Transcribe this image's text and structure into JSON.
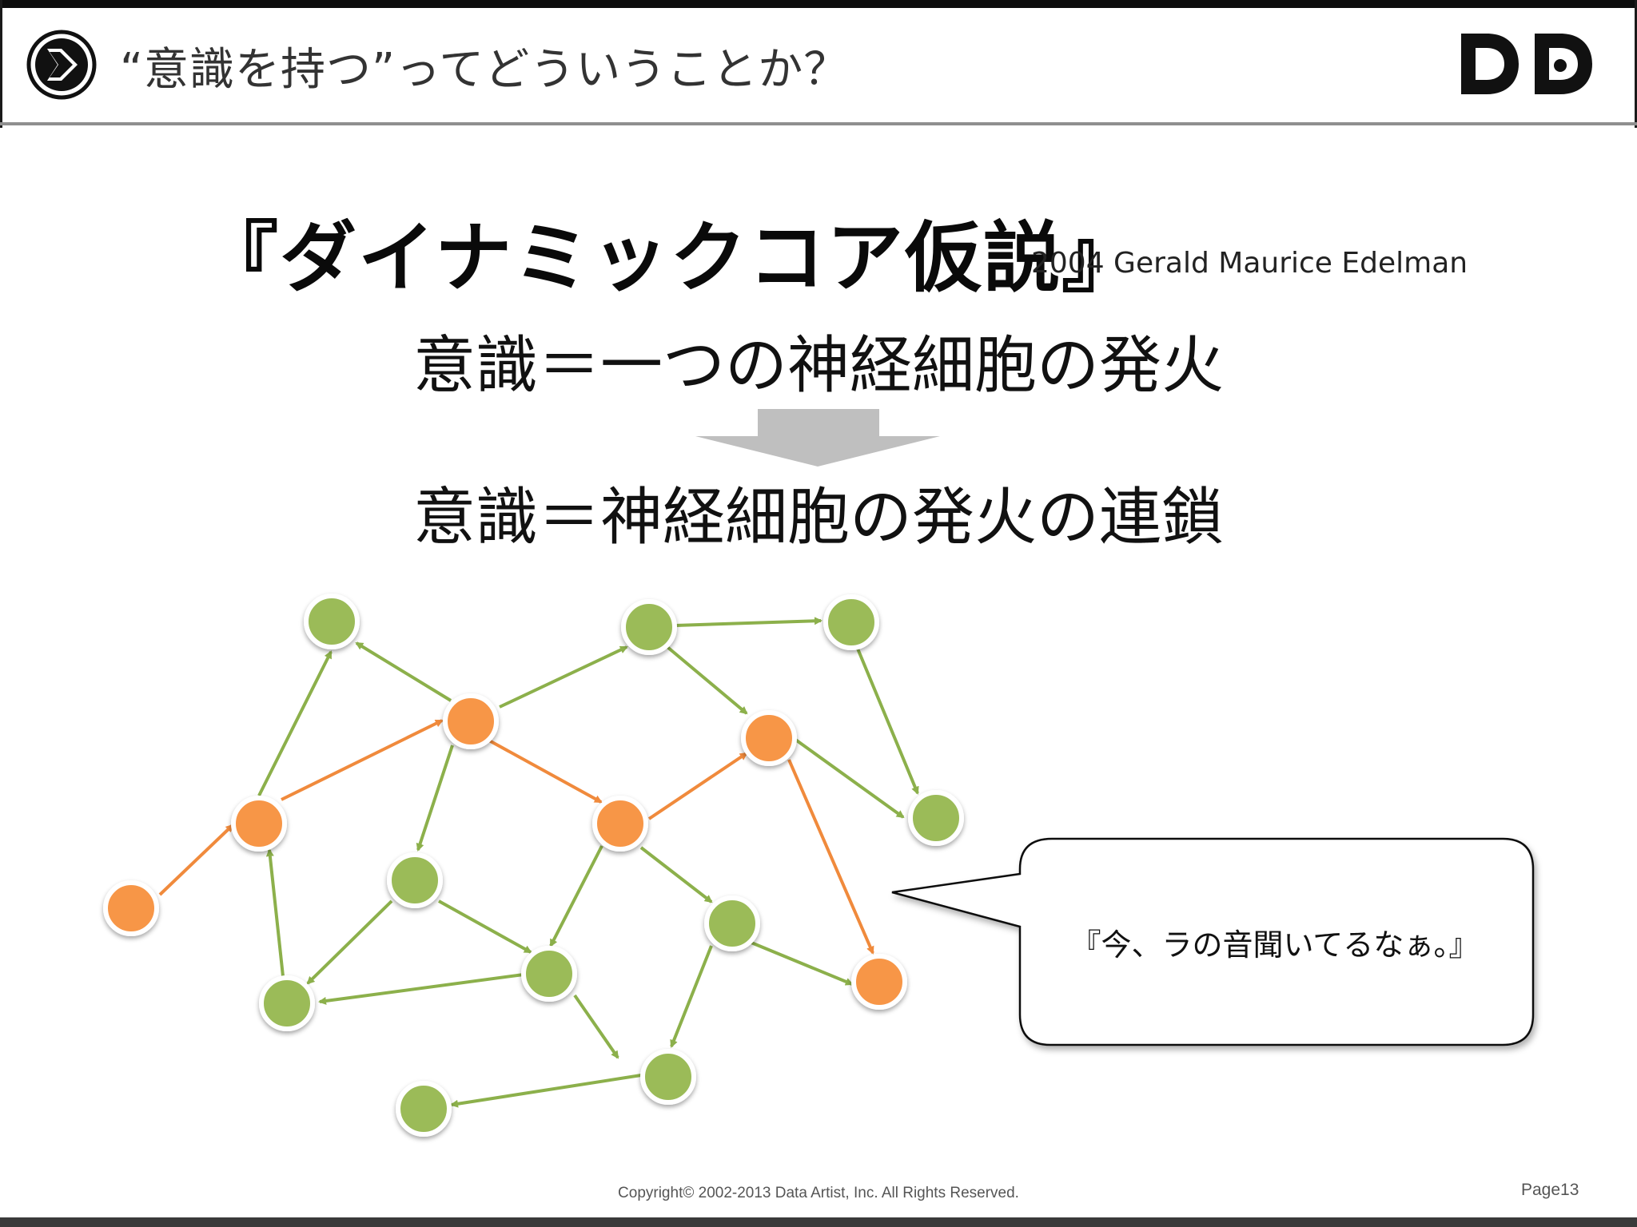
{
  "header": {
    "title": "“意識を持つ”ってどういうことか？",
    "logo_text": "DD",
    "icon": "play-arrow-circle-icon"
  },
  "slide": {
    "main_title": "『ダイナミックコア仮説』",
    "attribution": "2004 Gerald Maurice Edelman",
    "statement_before": "意識＝一つの神経細胞の発火",
    "statement_after": "意識＝神経細胞の発火の連鎖",
    "arrow_icon": "down-arrow-icon"
  },
  "speech_bubble": {
    "text": "『今、ラの音聞いてるなぁ。』"
  },
  "footer": {
    "copyright": "Copyright© 2002-2013 Data Artist, Inc.   All Rights Reserved.",
    "page": "Page13"
  },
  "colors": {
    "active_neuron": "#F79646",
    "inactive_neuron": "#9BBB59",
    "arrow_gray": "#BFBFBF"
  }
}
